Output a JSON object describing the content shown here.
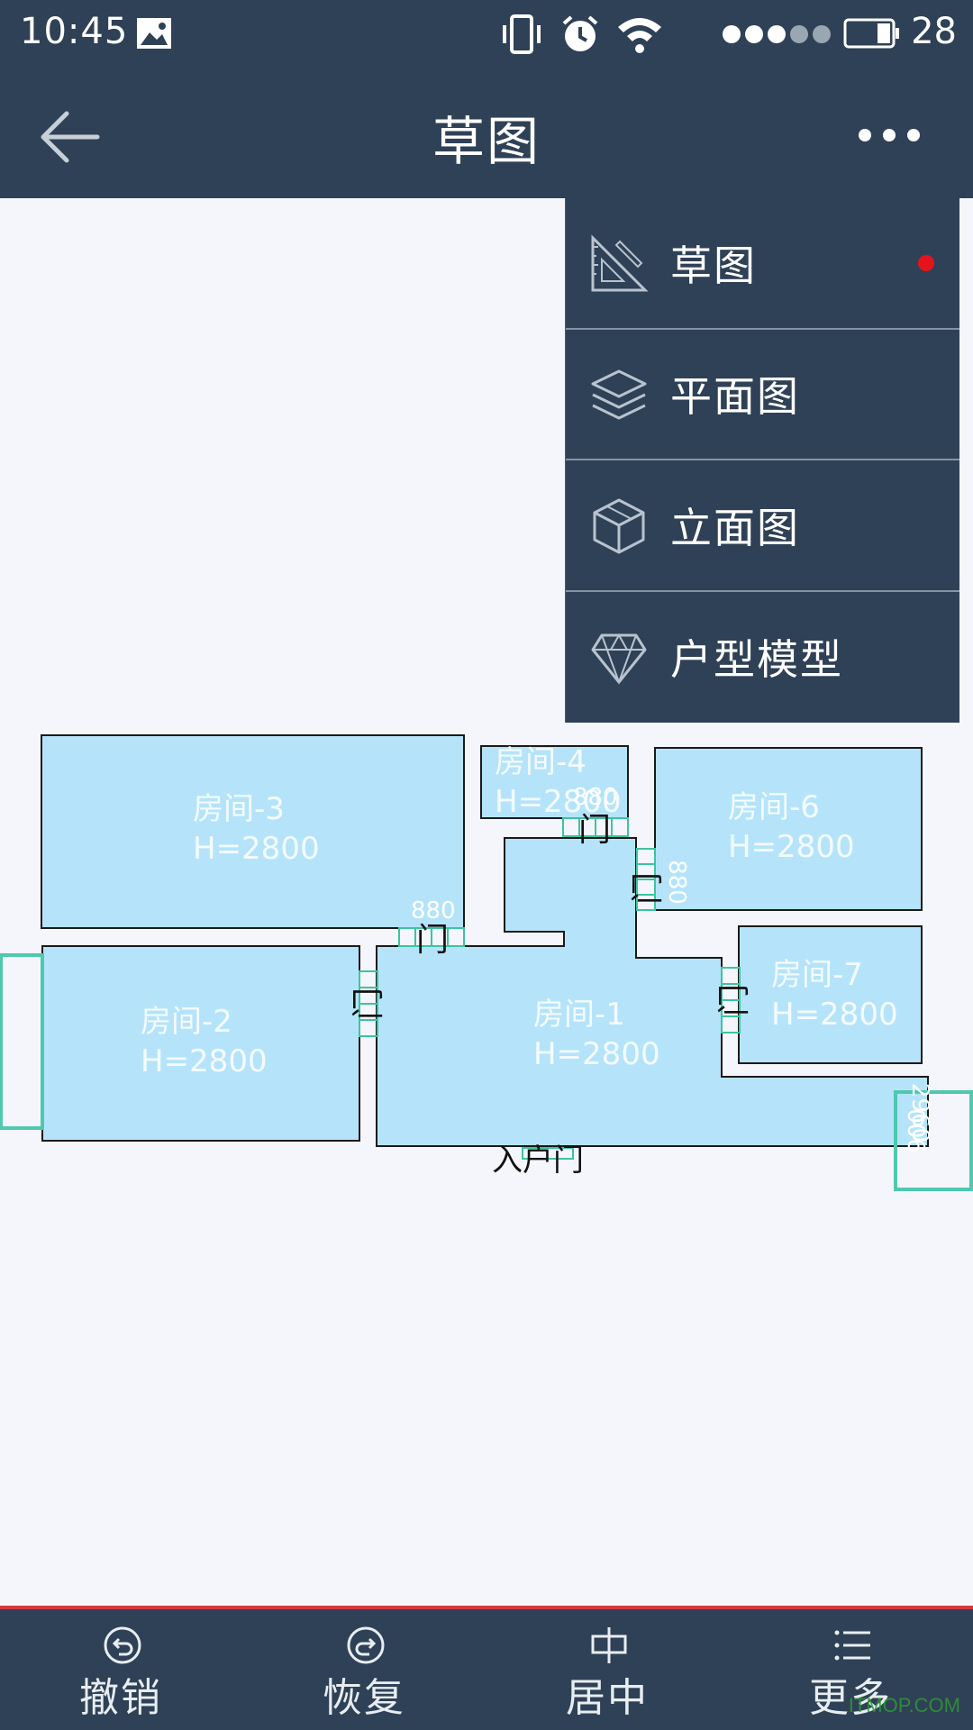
{
  "status_bar": {
    "time": "10:45",
    "battery": "28"
  },
  "header": {
    "title": "草图"
  },
  "menu": {
    "items": [
      {
        "label": "草图",
        "icon": "ruler-triangle-icon",
        "active": true
      },
      {
        "label": "平面图",
        "icon": "layers-icon",
        "active": false
      },
      {
        "label": "立面图",
        "icon": "cube-icon",
        "active": false
      },
      {
        "label": "户型模型",
        "icon": "wireframe-model-icon",
        "active": false
      }
    ]
  },
  "plan": {
    "rooms": [
      {
        "name": "房间-3",
        "height": "H=2800"
      },
      {
        "name": "房间-4",
        "height": "H=2800"
      },
      {
        "name": "房间-6",
        "height": "H=2800"
      },
      {
        "name": "房间-2",
        "height": "H=2800"
      },
      {
        "name": "房间-1",
        "height": "H=2800"
      },
      {
        "name": "房间-7",
        "height": "H=2800"
      }
    ],
    "doors": [
      "门",
      "门",
      "门",
      "门",
      "门"
    ],
    "entrance": "入户门",
    "dimensions": [
      "880",
      "880",
      "880",
      "2960",
      "900"
    ]
  },
  "toolbar": {
    "undo": "撤销",
    "redo": "恢复",
    "center": "居中",
    "more": "更多"
  },
  "watermark": "ITMOP.COM",
  "colors": {
    "bar": "#2f4156",
    "room_fill": "#b5e4fa",
    "accent_red": "#e5141c"
  }
}
